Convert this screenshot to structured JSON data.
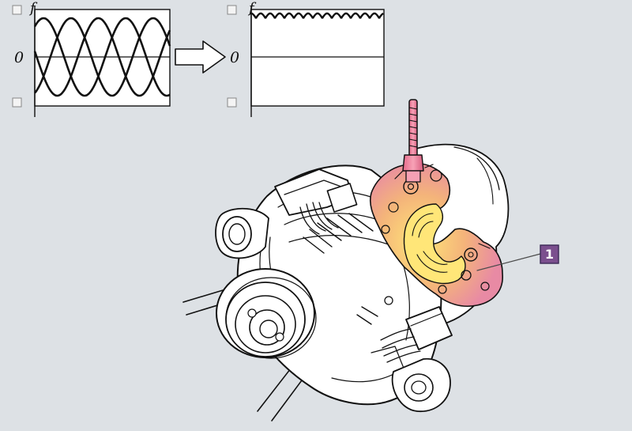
{
  "graphs": {
    "left": {
      "y_axis_label": "f",
      "zero_label": "0"
    },
    "right": {
      "y_axis_label": "f",
      "zero_label": "0"
    }
  },
  "callout": {
    "number": "1",
    "fill_color": "#7b4f8e",
    "border_color": "#3b2a55"
  },
  "highlight": {
    "outer_color": "#e88aa4",
    "inner_color": "#ffe678"
  },
  "colors": {
    "background": "#dde1e5",
    "line": "#111111"
  }
}
